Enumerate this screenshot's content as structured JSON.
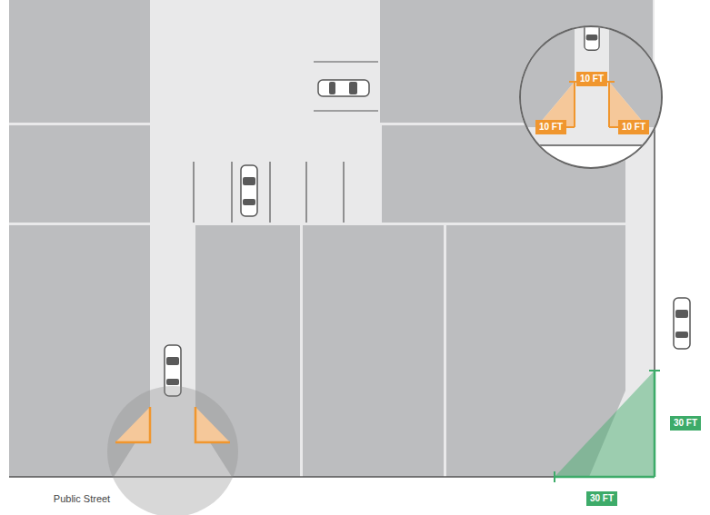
{
  "diagram": {
    "labels": [
      "10 FT",
      "10 FT",
      "10 FT",
      "30 FT",
      "30 FT",
      "Public Street"
    ]
  }
}
